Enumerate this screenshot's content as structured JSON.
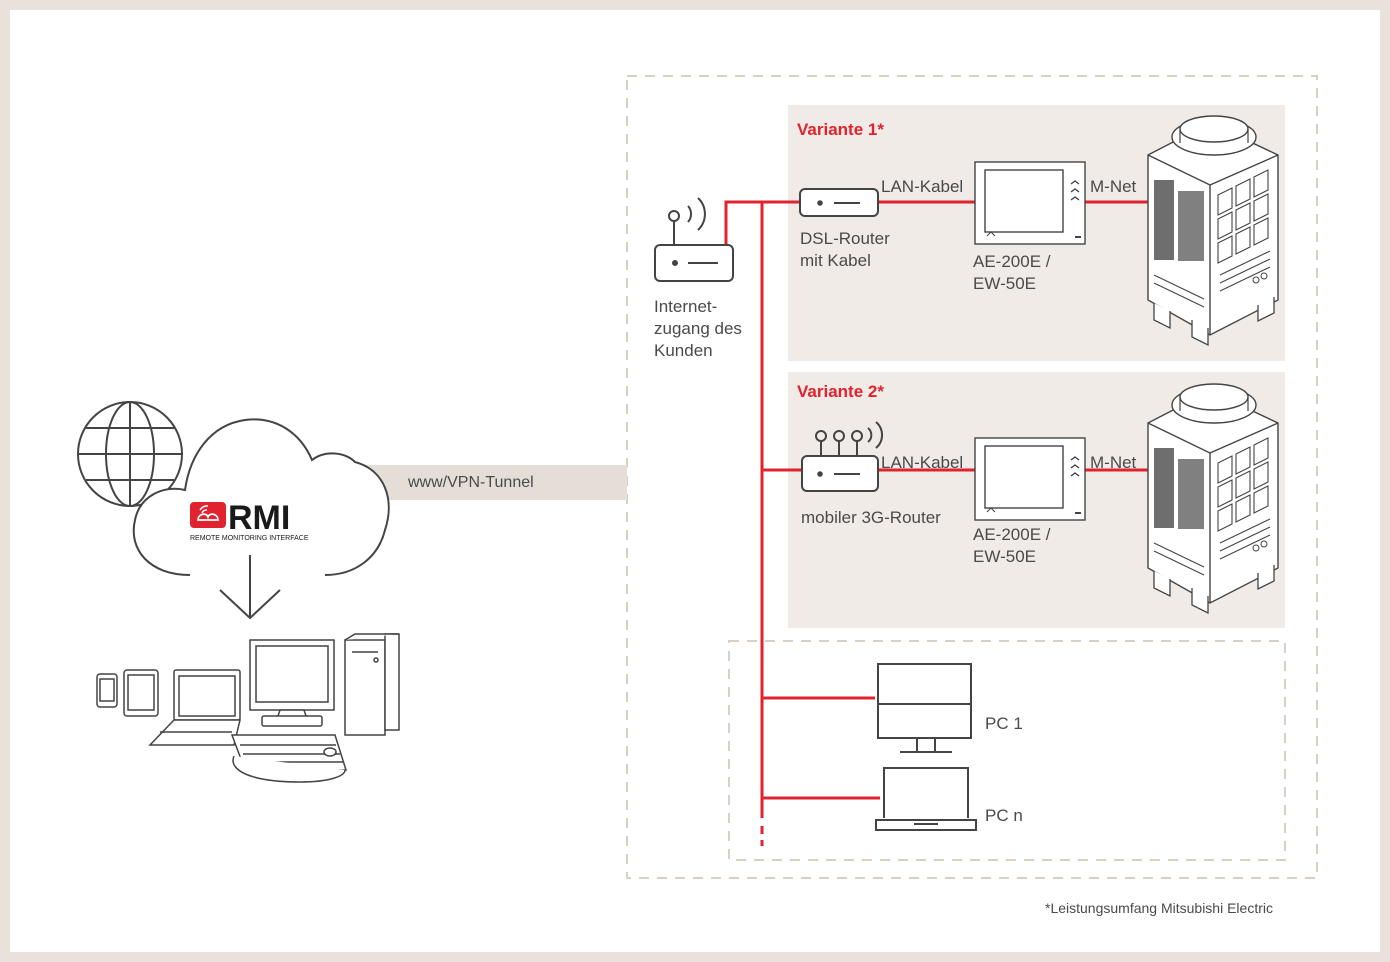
{
  "colors": {
    "frame": "#e8e2da",
    "panel": "#f0ebe6",
    "accent": "#e1232f",
    "line": "#4a4a4a",
    "dash": "#d8d0c6"
  },
  "tunnel": {
    "label": "www/VPN-Tunnel"
  },
  "rmi": {
    "logo_text": "RMI",
    "tagline": "REMOTE MONITORING INTERFACE"
  },
  "customer_router": {
    "label": "Internet-\nzugang des\nKunden"
  },
  "variant1": {
    "title": "Variante 1*",
    "lan_label": "LAN-Kabel",
    "router_label": "DSL-Router\nmit Kabel",
    "controller_label": "AE-200E /\nEW-50E",
    "mnet_label": "M-Net"
  },
  "variant2": {
    "title": "Variante 2*",
    "lan_label": "LAN-Kabel",
    "router_label": "mobiler 3G-Router",
    "controller_label": "AE-200E /\nEW-50E",
    "mnet_label": "M-Net"
  },
  "pcs": {
    "pc1": "PC 1",
    "pcn": "PC n"
  },
  "footnote": "*Leistungsumfang Mitsubishi Electric",
  "icons": [
    "globe-icon",
    "cloud-icon",
    "download-arrow-icon",
    "devices-icon",
    "router-icon",
    "controller-icon",
    "outdoor-unit-icon",
    "monitor-icon",
    "laptop-icon"
  ]
}
